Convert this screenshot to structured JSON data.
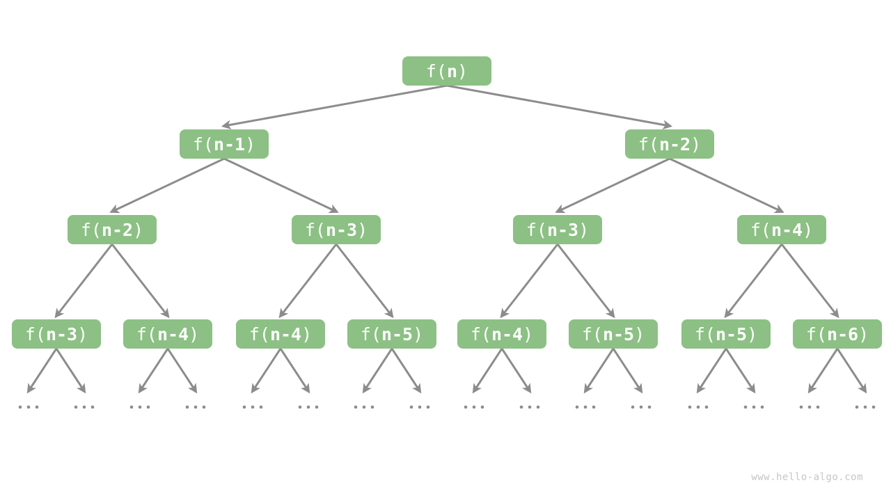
{
  "diagram": {
    "type": "recursion-tree",
    "watermark": "www.hello-algo.com",
    "colors": {
      "background": "#ffffff",
      "node_fill": "#8cc084",
      "node_text": "#ffffff",
      "edge": "#8c8c8c",
      "ellipsis_dot": "#8c8c8c",
      "watermark_text": "#c6c6c6"
    },
    "ellipsis": {
      "symbol": "...",
      "count": 16
    },
    "levels": [
      {
        "nodes": [
          {
            "label": "f(n)",
            "pre": "f(",
            "arg": "n",
            "post": ")"
          }
        ]
      },
      {
        "nodes": [
          {
            "label": "f(n-1)",
            "pre": "f(",
            "arg": "n-1",
            "post": ")"
          },
          {
            "label": "f(n-2)",
            "pre": "f(",
            "arg": "n-2",
            "post": ")"
          }
        ]
      },
      {
        "nodes": [
          {
            "label": "f(n-2)",
            "pre": "f(",
            "arg": "n-2",
            "post": ")"
          },
          {
            "label": "f(n-3)",
            "pre": "f(",
            "arg": "n-3",
            "post": ")"
          },
          {
            "label": "f(n-3)",
            "pre": "f(",
            "arg": "n-3",
            "post": ")"
          },
          {
            "label": "f(n-4)",
            "pre": "f(",
            "arg": "n-4",
            "post": ")"
          }
        ]
      },
      {
        "nodes": [
          {
            "label": "f(n-3)",
            "pre": "f(",
            "arg": "n-3",
            "post": ")"
          },
          {
            "label": "f(n-4)",
            "pre": "f(",
            "arg": "n-4",
            "post": ")"
          },
          {
            "label": "f(n-4)",
            "pre": "f(",
            "arg": "n-4",
            "post": ")"
          },
          {
            "label": "f(n-5)",
            "pre": "f(",
            "arg": "n-5",
            "post": ")"
          },
          {
            "label": "f(n-4)",
            "pre": "f(",
            "arg": "n-4",
            "post": ")"
          },
          {
            "label": "f(n-5)",
            "pre": "f(",
            "arg": "n-5",
            "post": ")"
          },
          {
            "label": "f(n-5)",
            "pre": "f(",
            "arg": "n-5",
            "post": ")"
          },
          {
            "label": "f(n-6)",
            "pre": "f(",
            "arg": "n-6",
            "post": ")"
          }
        ]
      }
    ]
  }
}
